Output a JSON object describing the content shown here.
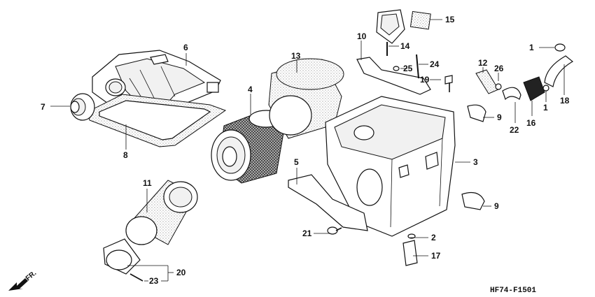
{
  "diagram": {
    "code": "HF74-F1501",
    "direction_label": "FR.",
    "callouts": {
      "c1a": "1",
      "c1b": "1",
      "c2": "2",
      "c3": "3",
      "c4": "4",
      "c5": "5",
      "c6": "6",
      "c7": "7",
      "c8": "8",
      "c9a": "9",
      "c9b": "9",
      "c10": "10",
      "c11": "11",
      "c12": "12",
      "c13": "13",
      "c14": "14",
      "c15": "15",
      "c16": "16",
      "c17": "17",
      "c18": "18",
      "c19": "19",
      "c20": "20",
      "c21": "21",
      "c22": "22",
      "c23": "23",
      "c24": "24",
      "c25": "25",
      "c26": "26"
    }
  }
}
